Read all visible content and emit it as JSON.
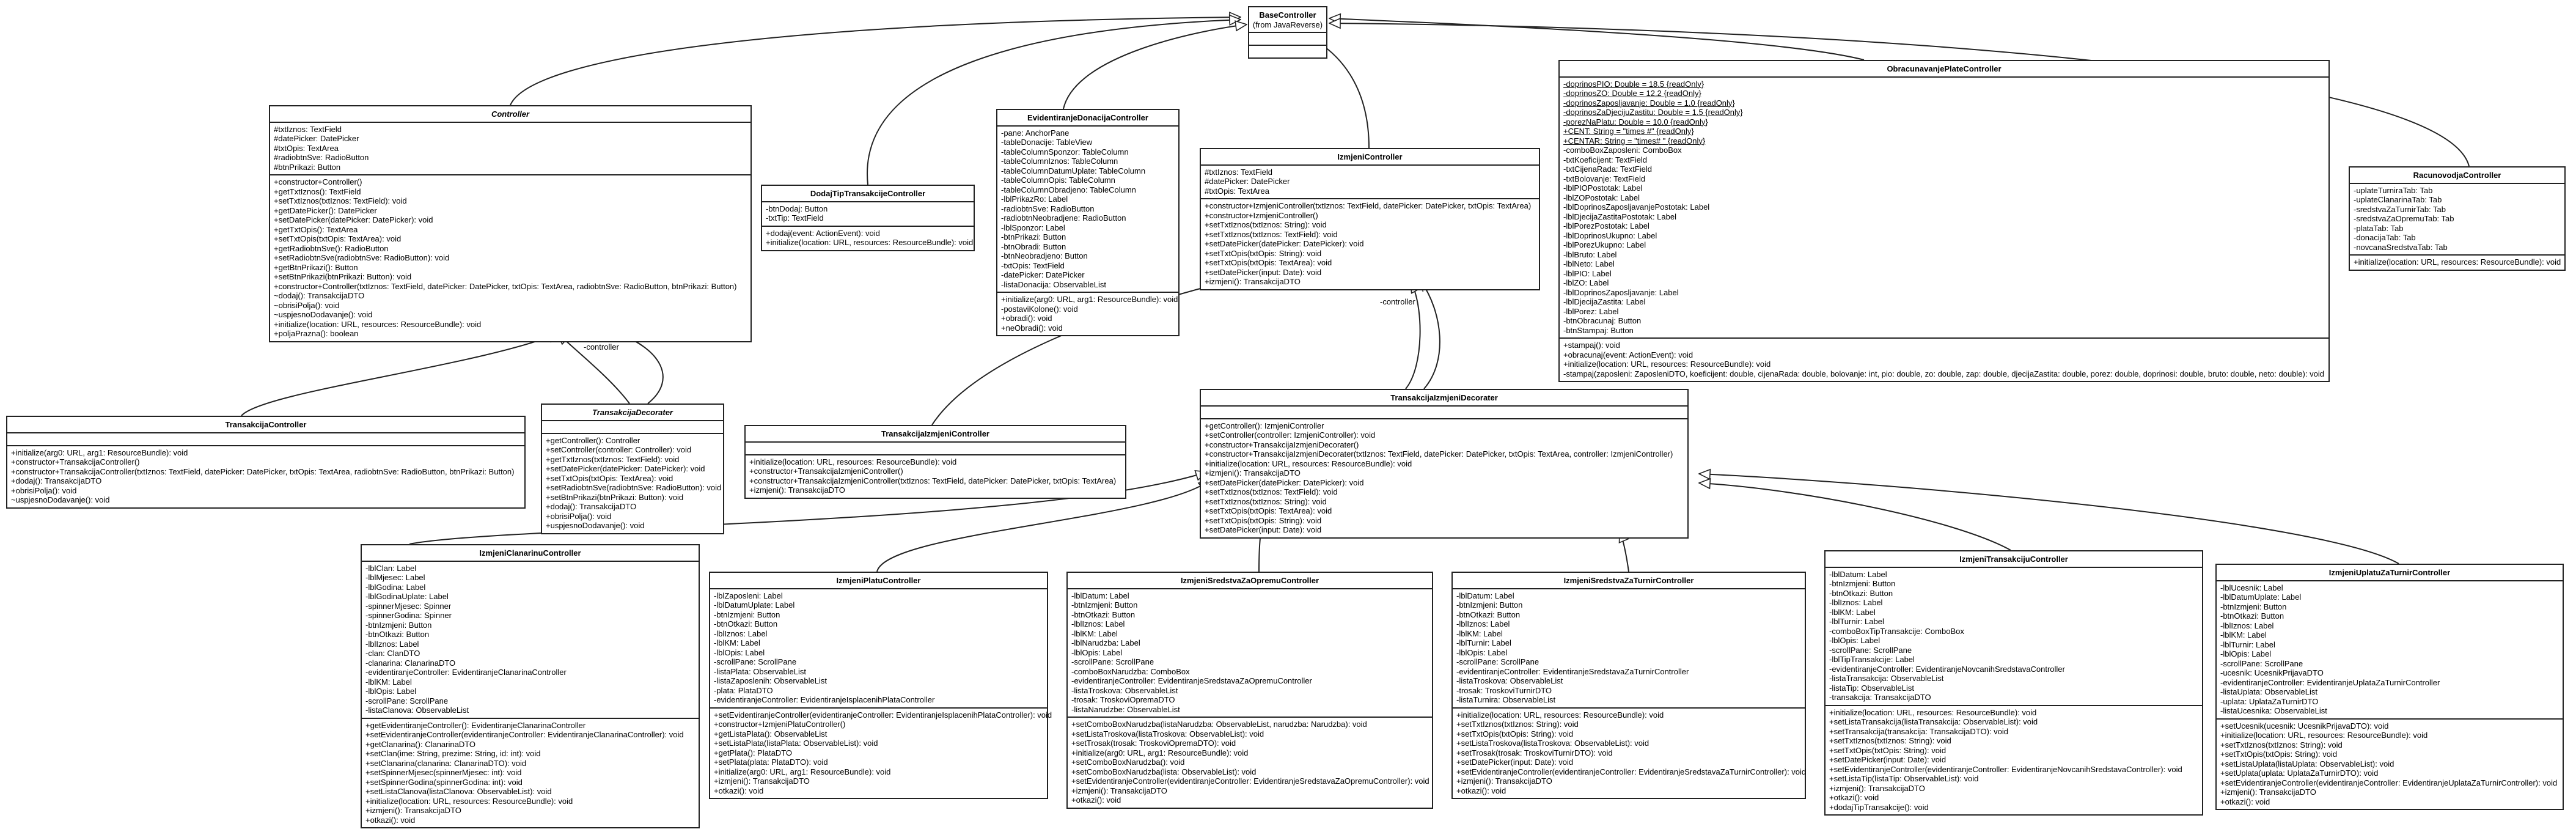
{
  "diagram_title": "",
  "edge_labels": {
    "controller_a": "-controller",
    "controller_b": "-controller"
  },
  "classes": [
    {
      "id": "BaseController",
      "name": "BaseController",
      "abstract": false,
      "subtitle": "(from JavaReverse)",
      "attrs": [],
      "methods": []
    },
    {
      "id": "Controller",
      "name": "Controller",
      "abstract": true,
      "subtitle": "",
      "attrs": [
        "#txtIznos: TextField",
        "#datePicker: DatePicker",
        "#txtOpis: TextArea",
        "#radiobtnSve: RadioButton",
        "#btnPrikazi: Button"
      ],
      "methods": [
        "+constructor+Controller()",
        "+getTxtIznos(): TextField",
        "+setTxtIznos(txtIznos: TextField): void",
        "+getDatePicker(): DatePicker",
        "+setDatePicker(datePicker: DatePicker): void",
        "+getTxtOpis(): TextArea",
        "+setTxtOpis(txtOpis: TextArea): void",
        "+getRadiobtnSve(): RadioButton",
        "+setRadiobtnSve(radiobtnSve: RadioButton): void",
        "+getBtnPrikazi(): Button",
        "+setBtnPrikazi(btnPrikazi: Button): void",
        "+constructor+Controller(txtIznos: TextField, datePicker: DatePicker, txtOpis: TextArea, radiobtnSve: RadioButton, btnPrikazi: Button)",
        "~dodaj(): TransakcijaDTO",
        "~obrisiPolja(): void",
        "~uspjesnoDodavanje(): void",
        "+initialize(location: URL, resources: ResourceBundle): void",
        "+poljaPrazna(): boolean"
      ]
    },
    {
      "id": "DodajTipTransakcijeController",
      "name": "DodajTipTransakcijeController",
      "abstract": false,
      "subtitle": "",
      "attrs": [
        "-btnDodaj: Button",
        "-txtTip: TextField"
      ],
      "methods": [
        "+dodaj(event: ActionEvent): void",
        "+initialize(location: URL, resources: ResourceBundle): void"
      ]
    },
    {
      "id": "EvidentiranjeDonacijaController",
      "name": "EvidentiranjeDonacijaController",
      "abstract": false,
      "subtitle": "",
      "attrs": [
        "-pane: AnchorPane",
        "-tableDonacije: TableView",
        "-tableColumnSponzor: TableColumn",
        "-tableColumnIznos: TableColumn",
        "-tableColumnDatumUplate: TableColumn",
        "-tableColumnOpis: TableColumn",
        "-tableColumnObradjeno: TableColumn",
        "-lblPrikazRo: Label",
        "-radiobtnSve: RadioButton",
        "-radiobtnNeobradjene: RadioButton",
        "-lblSponzor: Label",
        "-btnPrikazi: Button",
        "-btnObradi: Button",
        "-btnNeobradjeno: Button",
        "-txtOpis: TextField",
        "-datePicker: DatePicker",
        "-listaDonacija: ObservableList"
      ],
      "methods": [
        "+initialize(arg0: URL, arg1: ResourceBundle): void",
        "-postaviKolone(): void",
        "+obradi(): void",
        "+neObradi(): void"
      ]
    },
    {
      "id": "IzmjeniController",
      "name": "IzmjeniController",
      "abstract": false,
      "subtitle": "",
      "attrs": [
        "#txtIznos: TextField",
        "#datePicker: DatePicker",
        "#txtOpis: TextArea"
      ],
      "methods": [
        "+constructor+IzmjeniController(txtIznos: TextField, datePicker: DatePicker, txtOpis: TextArea)",
        "+constructor+IzmjeniController()",
        "+setTxtIznos(txtIznos: String): void",
        "+setTxtIznos(txtIznos: TextField): void",
        "+setDatePicker(datePicker: DatePicker): void",
        "+setTxtOpis(txtOpis: String): void",
        "+setTxtOpis(txtOpis: TextArea): void",
        "+setDatePicker(input: Date): void",
        "+izmjeni(): TransakcijaDTO"
      ]
    },
    {
      "id": "ObracunavanjePlateController",
      "name": "ObracunavanjePlateController",
      "abstract": false,
      "subtitle": "",
      "static_attrs": [
        "-doprinosPIO: Double = 18.5 {readOnly}",
        "-doprinosZO: Double = 12.2 {readOnly}",
        "-doprinosZaposljavanje: Double = 1.0 {readOnly}",
        "-doprinosZaDjecijuZastitu: Double = 1.5 {readOnly}",
        "-porezNaPlatu: Double = 10.0 {readOnly}",
        "+CENT: String = \"times #\" {readOnly}",
        "+CENTAR: String = \"times# \" {readOnly}"
      ],
      "attrs": [
        "-comboBoxZaposleni: ComboBox",
        "-txtKoeficijent: TextField",
        "-txtCijenaRada: TextField",
        "-txtBolovanje: TextField",
        "-lblPIOPostotak: Label",
        "-lblZOPostotak: Label",
        "-lblDoprinosZaposljavanjePostotak: Label",
        "-lblDjecijaZastitaPostotak: Label",
        "-lblPorezPostotak: Label",
        "-lblDoprinosUkupno: Label",
        "-lblPorezUkupno: Label",
        "-lblBruto: Label",
        "-lblNeto: Label",
        "-lblPIO: Label",
        "-lblZO: Label",
        "-lblDoprinosZaposljavanje: Label",
        "-lblDjecijaZastita: Label",
        "-lblPorez: Label",
        "-btnObracunaj: Button",
        "-btnStampaj: Button"
      ],
      "methods": [
        "+stampaj(): void",
        "+obracunaj(event: ActionEvent): void",
        "+initialize(location: URL, resources: ResourceBundle): void",
        "-stampaj(zaposleni: ZaposleniDTO, koeficijent: double, cijenaRada: double, bolovanje: int, pio: double, zo: double, zap: double, djecijaZastita: double, porez: double, doprinosi: double, bruto: double, neto: double): void"
      ]
    },
    {
      "id": "RacunovodjaController",
      "name": "RacunovodjaController",
      "abstract": false,
      "subtitle": "",
      "attrs": [
        "-uplateTurniraTab: Tab",
        "-uplateClanarinaTab: Tab",
        "-sredstvaZaTurnirTab: Tab",
        "-sredstvaZaOpremuTab: Tab",
        "-plataTab: Tab",
        "-donacijaTab: Tab",
        "-novcanaSredstvaTab: Tab"
      ],
      "methods": [
        "+initialize(location: URL, resources: ResourceBundle): void"
      ]
    },
    {
      "id": "TransakcijaController",
      "name": "TransakcijaController",
      "abstract": false,
      "subtitle": "",
      "attrs": [],
      "methods": [
        "+initialize(arg0: URL, arg1: ResourceBundle): void",
        "+constructor+TransakcijaController()",
        "+constructor+TransakcijaController(txtIznos: TextField, datePicker: DatePicker, txtOpis: TextArea, radiobtnSve: RadioButton, btnPrikazi: Button)",
        "+dodaj(): TransakcijaDTO",
        "+obrisiPolja(): void",
        "~uspjesnoDodavanje(): void"
      ]
    },
    {
      "id": "TransakcijaDecorater",
      "name": "TransakcijaDecorater",
      "abstract": true,
      "subtitle": "",
      "attrs": [],
      "methods": [
        "+getController(): Controller",
        "+setController(controller: Controller): void",
        "+getTxtIznos(txtIznos: TextField): void",
        "+setDatePicker(datePicker: DatePicker): void",
        "+setTxtOpis(txtOpis: TextArea): void",
        "+setRadiobtnSve(radiobtnSve: RadioButton): void",
        "+setBtnPrikazi(btnPrikazi: Button): void",
        "+dodaj(): TransakcijaDTO",
        "+obrisiPolja(): void",
        "+uspjesnoDodavanje(): void"
      ]
    },
    {
      "id": "TransakcijaIzmjeniController",
      "name": "TransakcijaIzmjeniController",
      "abstract": false,
      "subtitle": "",
      "attrs": [],
      "methods": [
        "+initialize(location: URL, resources: ResourceBundle): void",
        "+constructor+TransakcijaIzmjeniController()",
        "+constructor+TransakcijaIzmjeniController(txtIznos: TextField, datePicker: DatePicker, txtOpis: TextArea)",
        "+izmjeni(): TransakcijaDTO"
      ]
    },
    {
      "id": "TransakcijaIzmjeniDecorater",
      "name": "TransakcijaIzmjeniDecorater",
      "abstract": false,
      "subtitle": "",
      "attrs": [],
      "methods": [
        "+getController(): IzmjeniController",
        "+setController(controller: IzmjeniController): void",
        "+constructor+TransakcijaIzmjeniDecorater()",
        "+constructor+TransakcijaIzmjeniDecorater(txtIznos: TextField, datePicker: DatePicker, txtOpis: TextArea, controller: IzmjeniController)",
        "+initialize(location: URL, resources: ResourceBundle): void",
        "+izmjeni(): TransakcijaDTO",
        "+setDatePicker(datePicker: DatePicker): void",
        "+setTxtIznos(txtIznos: TextField): void",
        "+setTxtIznos(txtIznos: String): void",
        "+setTxtOpis(txtOpis: TextArea): void",
        "+setTxtOpis(txtOpis: String): void",
        "+setDatePicker(input: Date): void"
      ]
    },
    {
      "id": "IzmjeniClanarinuController",
      "name": "IzmjeniClanarinuController",
      "abstract": false,
      "subtitle": "",
      "attrs": [
        "-lblClan: Label",
        "-lblMjesec: Label",
        "-lblGodina: Label",
        "-lblGodinaUplate: Label",
        "-spinnerMjesec: Spinner",
        "-spinnerGodina: Spinner",
        "-btnIzmjeni: Button",
        "-btnOtkazi: Button",
        "-lblIznos: Label",
        "-clan: ClanDTO",
        "-clanarina: ClanarinaDTO",
        "-evidentiranjeController: EvidentiranjeClanarinaController",
        "-lblKM: Label",
        "-lblOpis: Label",
        "-scrollPane: ScrollPane",
        "-listaClanova: ObservableList"
      ],
      "methods": [
        "+getEvidentiranjeController(): EvidentiranjeClanarinaController",
        "+setEvidentiranjeController(evidentiranjeController: EvidentiranjeClanarinaController): void",
        "+getClanarina(): ClanarinaDTO",
        "+setClan(ime: String, prezime: String, id: int): void",
        "+setClanarina(clanarina: ClanarinaDTO): void",
        "+setSpinnerMjesec(spinnerMjesec: int): void",
        "+setSpinnerGodina(spinnerGodina: int): void",
        "+setListaClanova(listaClanova: ObservableList): void",
        "+initialize(location: URL, resources: ResourceBundle): void",
        "+izmjeni(): TransakcijaDTO",
        "+otkazi(): void"
      ]
    },
    {
      "id": "IzmjeniPlatuController",
      "name": "IzmjeniPlatuController",
      "abstract": false,
      "subtitle": "",
      "attrs": [
        "-lblZaposleni: Label",
        "-lblDatumUplate: Label",
        "-btnIzmjeni: Button",
        "-btnOtkazi: Button",
        "-lblIznos: Label",
        "-lblKM: Label",
        "-lblOpis: Label",
        "-scrollPane: ScrollPane",
        "-listaPlata: ObservableList",
        "-listaZaposlenih: ObservableList",
        "-plata: PlataDTO",
        "-evidentiranjeController: EvidentiranjeIsplacenihPlataController"
      ],
      "methods": [
        "+setEvidentiranjeController(evidentiranjeController: EvidentiranjeIsplacenihPlataController): void",
        "+constructor+IzmjeniPlatuController()",
        "+getListaPlata(): ObservableList",
        "+setListaPlata(listaPlata: ObservableList): void",
        "+getPlata(): PlataDTO",
        "+setPlata(plata: PlataDTO): void",
        "+initialize(arg0: URL, arg1: ResourceBundle): void",
        "+izmjeni(): TransakcijaDTO",
        "+otkazi(): void"
      ]
    },
    {
      "id": "IzmjeniSredstvaZaOpremuController",
      "name": "IzmjeniSredstvaZaOpremuController",
      "abstract": false,
      "subtitle": "",
      "attrs": [
        "-lblDatum: Label",
        "-btnIzmjeni: Button",
        "-btnOtkazi: Button",
        "-lblIznos: Label",
        "-lblKM: Label",
        "-lblNarudzba: Label",
        "-lblOpis: Label",
        "-scrollPane: ScrollPane",
        "-comboBoxNarudzba: ComboBox",
        "-evidentiranjeController: EvidentiranjeSredstavaZaOpremuController",
        "-listaTroskova: ObservableList",
        "-trosak: TroskoviOpremaDTO",
        "-listaNarudzbe: ObservableList"
      ],
      "methods": [
        "+setComboBoxNarudzba(listaNarudzba: ObservableList, narudzba: Narudzba): void",
        "+setListaTroskova(listaTroskova: ObservableList): void",
        "+setTrosak(trosak: TroskoviOpremaDTO): void",
        "+initialize(arg0: URL, arg1: ResourceBundle): void",
        "+setComboBoxNarudzba(): void",
        "+setComboBoxNarudzba(lista: ObservableList): void",
        "+setEvidentiranjeController(evidentiranjeController: EvidentiranjeSredstavaZaOpremuController): void",
        "+izmjeni(): TransakcijaDTO",
        "+otkazi(): void"
      ]
    },
    {
      "id": "IzmjeniSredstvaZaTurnirController",
      "name": "IzmjeniSredstvaZaTurnirController",
      "abstract": false,
      "subtitle": "",
      "attrs": [
        "-lblDatum: Label",
        "-btnIzmjeni: Button",
        "-btnOtkazi: Button",
        "-lblIznos: Label",
        "-lblKM: Label",
        "-lblTurnir: Label",
        "-lblOpis: Label",
        "-scrollPane: ScrollPane",
        "-evidentiranjeController: EvidentiranjeSredstavaZaTurnirController",
        "-listaTroskova: ObservableList",
        "-trosak: TroskoviTurnirDTO",
        "-listaTurnira: ObservableList"
      ],
      "methods": [
        "+initialize(location: URL, resources: ResourceBundle): void",
        "+setTxtIznos(txtIznos: String): void",
        "+setTxtOpis(txtOpis: String): void",
        "+setListaTroskova(listaTroskova: ObservableList): void",
        "+setTrosak(trosak: TroskoviTurnirDTO): void",
        "+setDatePicker(input: Date): void",
        "+setEvidentiranjeController(evidentiranjeController: EvidentiranjeSredstavaZaTurnirController): void",
        "+izmjeni(): TransakcijaDTO",
        "+otkazi(): void"
      ]
    },
    {
      "id": "IzmjeniTransakcijuController",
      "name": "IzmjeniTransakcijuController",
      "abstract": false,
      "subtitle": "",
      "attrs": [
        "-lblDatum: Label",
        "-btnIzmjeni: Button",
        "-btnOtkazi: Button",
        "-lblIznos: Label",
        "-lblKM: Label",
        "-lblTurnir: Label",
        "-comboBoxTipTransakcije: ComboBox",
        "-lblOpis: Label",
        "-scrollPane: ScrollPane",
        "-lblTipTransakcije: Label",
        "-evidentiranjeController: EvidentiranjeNovcanihSredstavaController",
        "-listaTransakcija: ObservableList",
        "-listaTip: ObservableList",
        "-transakcija: TransakcijaDTO"
      ],
      "methods": [
        "+initialize(location: URL, resources: ResourceBundle): void",
        "+setListaTransakcija(listaTransakcija: ObservableList): void",
        "+setTransakcija(transakcija: TransakcijaDTO): void",
        "+setTxtIznos(txtIznos: String): void",
        "+setTxtOpis(txtOpis: String): void",
        "+setDatePicker(input: Date): void",
        "+setEvidentiranjeController(evidentiranjeController: EvidentiranjeNovcanihSredstavaController): void",
        "+setListaTip(listaTip: ObservableList): void",
        "+izmjeni(): TransakcijaDTO",
        "+otkazi(): void",
        "+dodajTipTransakcije(): void"
      ]
    },
    {
      "id": "IzmjeniUplatuZaTurnirController",
      "name": "IzmjeniUplatuZaTurnirController",
      "abstract": false,
      "subtitle": "",
      "attrs": [
        "-lblUcesnik: Label",
        "-lblDatumUplate: Label",
        "-btnIzmjeni: Button",
        "-btnOtkazi: Button",
        "-lblIznos: Label",
        "-lblKM: Label",
        "-lblTurnir: Label",
        "-lblOpis: Label",
        "-scrollPane: ScrollPane",
        "-ucesnik: UcesnikPrijavaDTO",
        "-evidentiranjeController: EvidentiranjeUplataZaTurnirController",
        "-listaUplata: ObservableList",
        "-uplata: UplataZaTurnirDTO",
        "-listaUcesnika: ObservableList"
      ],
      "methods": [
        "+setUcesnik(ucesnik: UcesnikPrijavaDTO): void",
        "+initialize(location: URL, resources: ResourceBundle): void",
        "+setTxtIznos(txtIznos: String): void",
        "+setTxtOpis(txtOpis: String): void",
        "+setListaUplata(listaUplata: ObservableList): void",
        "+setUplata(uplata: UplataZaTurnirDTO): void",
        "+setEvidentiranjeController(evidentiranjeController: EvidentiranjeUplataZaTurnirController): void",
        "+izmjeni(): TransakcijaDTO",
        "+otkazi(): void"
      ]
    }
  ]
}
